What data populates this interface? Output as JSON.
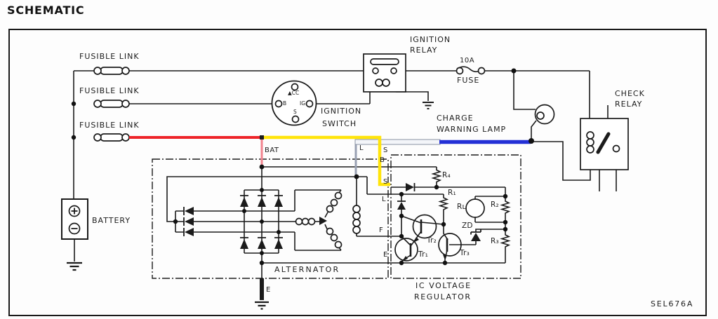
{
  "title": "SCHEMATIC",
  "ref_code": "SEL676A",
  "colors": {
    "wire_red": "#ee2429",
    "wire_red_light": "#f2838e",
    "wire_yellow": "#ffe40a",
    "wire_blue": "#2330d6",
    "wire_white": "#f3f5f9",
    "line": "#1b1b1b"
  },
  "labels": {
    "fusible_link_1": "FUSIBLE LINK",
    "fusible_link_2": "FUSIBLE LINK",
    "fusible_link_3": "FUSIBLE LINK",
    "ignition_relay_1": "IGNITION",
    "ignition_relay_2": "RELAY",
    "fuse_rating": "10A",
    "fuse": "FUSE",
    "ignition_switch_1": "IGNITION",
    "ignition_switch_2": "SWITCH",
    "charge_warning_1": "CHARGE",
    "charge_warning_2": "WARNING LAMP",
    "check_relay_1": "CHECK",
    "check_relay_2": "RELAY",
    "battery": "BATTERY",
    "alternator": "ALTERNATOR",
    "regulator_1": "IC VOLTAGE",
    "regulator_2": "REGULATOR",
    "bat_terminal": "BAT",
    "lamp_wire": "L",
    "ground_terminal": "E"
  },
  "switch_terminals": {
    "acc": "▲CC",
    "b": "B",
    "ig": "IG",
    "s": "S"
  },
  "regulator_terminals": {
    "s_top": "S",
    "b": "B",
    "s": "S",
    "l": "L",
    "f": "F",
    "e": "E"
  },
  "components": {
    "r1": "R₁",
    "r2": "R₂",
    "r3": "R₃",
    "r4": "R₄",
    "rl": "Rʟ",
    "zd": "ZD",
    "tr1": "Tr₁",
    "tr2": "Tr₂",
    "tr3": "Tr₃"
  }
}
